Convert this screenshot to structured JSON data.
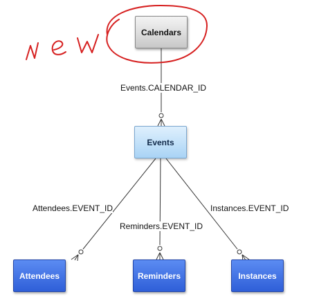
{
  "nodes": {
    "calendars": "Calendars",
    "events": "Events",
    "attendees": "Attendees",
    "reminders": "Reminders",
    "instances": "Instances"
  },
  "edges": {
    "calendar_id": "Events.CALENDAR_ID",
    "attendees_event_id": "Attendees.EVENT_ID",
    "reminders_event_id": "Reminders.EVENT_ID",
    "instances_event_id": "Instances.EVENT_ID"
  },
  "annotation": {
    "handwritten_text": "New",
    "color": "#d62020"
  },
  "colors": {
    "connector": "#333333"
  }
}
